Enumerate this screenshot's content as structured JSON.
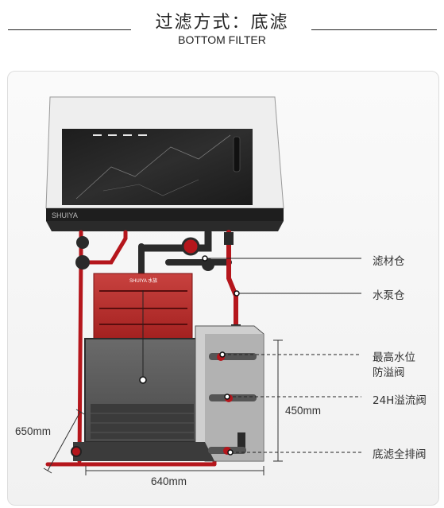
{
  "header": {
    "title_zh": "过滤方式：底滤",
    "title_en": "BOTTOM FILTER"
  },
  "brand": {
    "cabinet_logo": "SHUIYA",
    "sump_logo": "SHUIYA 水族"
  },
  "callouts": {
    "filter_media": "滤材仓",
    "pump_chamber": "水泵仓",
    "max_level_line1": "最高水位",
    "max_level_line2": "防溢阀",
    "overflow_24h": "24H溢流阀",
    "full_drain": "底滤全排阀"
  },
  "dimensions": {
    "depth": "650mm",
    "height": "450mm",
    "width": "640mm"
  },
  "colors": {
    "pipe_red": "#b5161c",
    "pipe_dark": "#2a2a2a",
    "glass_dark": "#3a3a3a"
  }
}
